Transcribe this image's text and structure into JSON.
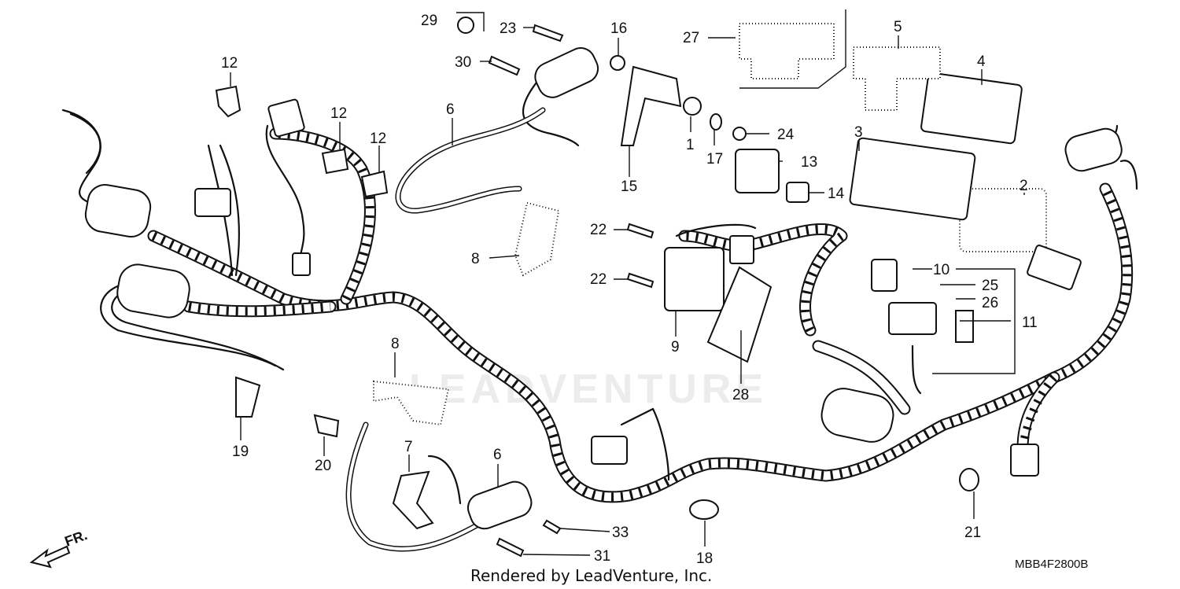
{
  "diagram": {
    "footer": "Rendered by LeadVenture, Inc.",
    "part_code": "MBB4F2800B",
    "direction_label": "FR.",
    "watermark": "LEADVENTURE",
    "callouts": {
      "c1": "1",
      "c2": "2",
      "c3": "3",
      "c4": "4",
      "c5": "5",
      "c6a": "6",
      "c6b": "6",
      "c7": "7",
      "c8a": "8",
      "c8b": "8",
      "c9": "9",
      "c10": "10",
      "c11": "11",
      "c12a": "12",
      "c12b": "12",
      "c12c": "12",
      "c13": "13",
      "c14": "14",
      "c15": "15",
      "c16": "16",
      "c17": "17",
      "c18": "18",
      "c19": "19",
      "c20": "20",
      "c21": "21",
      "c22a": "22",
      "c22b": "22",
      "c23": "23",
      "c24": "24",
      "c25": "25",
      "c26": "26",
      "c27": "27",
      "c28": "28",
      "c29": "29",
      "c30": "30",
      "c31": "31",
      "c33": "33"
    }
  }
}
